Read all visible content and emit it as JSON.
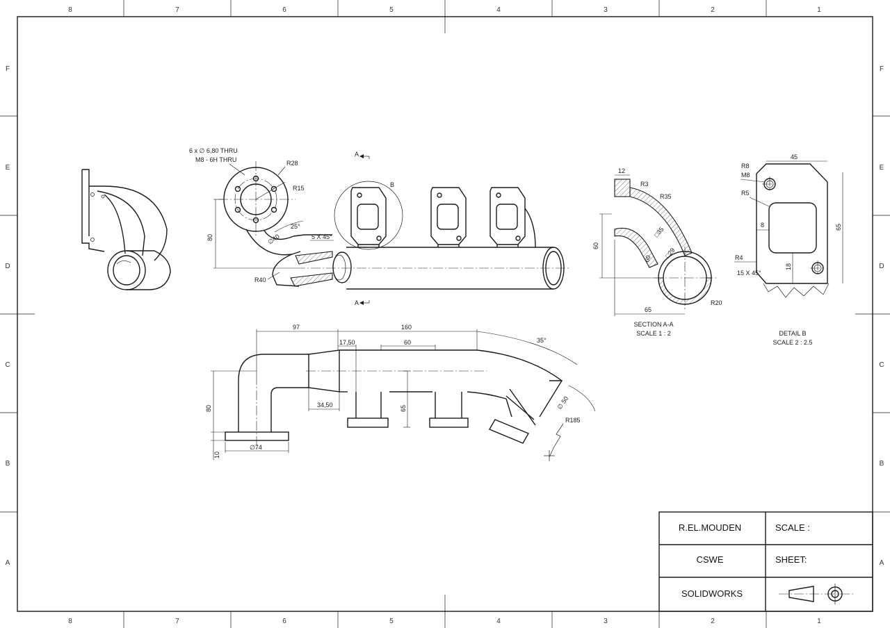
{
  "border": {
    "columns": [
      "8",
      "7",
      "6",
      "5",
      "4",
      "3",
      "2",
      "1"
    ],
    "rows": [
      "F",
      "E",
      "D",
      "C",
      "B",
      "A"
    ]
  },
  "title_block": {
    "author": "R.EL.MOUDEN",
    "org": "CSWE",
    "software": "SOLIDWORKS",
    "scale_label": "SCALE :",
    "sheet_label": "SHEET:"
  },
  "front_view": {
    "hole_note_1": "6 x ∅ 6,80 THRU",
    "hole_note_2": "M8 - 6H THRU",
    "r28": "R28",
    "r15": "R15",
    "ang25": "25°",
    "chamfer": "5 X 45°",
    "dia40": "∅40",
    "h80": "80",
    "r40": "R40",
    "sec_a_top": "A",
    "sec_a_bot": "A",
    "detail_b": "B"
  },
  "section_view": {
    "d12": "12",
    "r3": "R3",
    "r35": "R35",
    "sq35": "□35",
    "sq29": "□29",
    "d60v": "60",
    "d60": "60",
    "d65": "65",
    "r20": "R20",
    "title": "SECTION A-A",
    "scale": "SCALE 1 : 2"
  },
  "detail_view": {
    "w45": "45",
    "r8": "R8",
    "m8": "M8",
    "r5": "R5",
    "d8": "8",
    "h65": "65",
    "r4": "R4",
    "chamfer": "15 X 45°",
    "d18": "18",
    "title": "DETAIL B",
    "scale": "SCALE 2 : 2.5"
  },
  "top_view": {
    "d97": "97",
    "d160": "160",
    "d1750": "17,50",
    "d60": "60",
    "ang35": "35°",
    "h80": "80",
    "d3450": "34,50",
    "h65": "65",
    "dia50": "∅ 50",
    "r185": "R185",
    "h10": "10",
    "dia74": "∅74"
  }
}
